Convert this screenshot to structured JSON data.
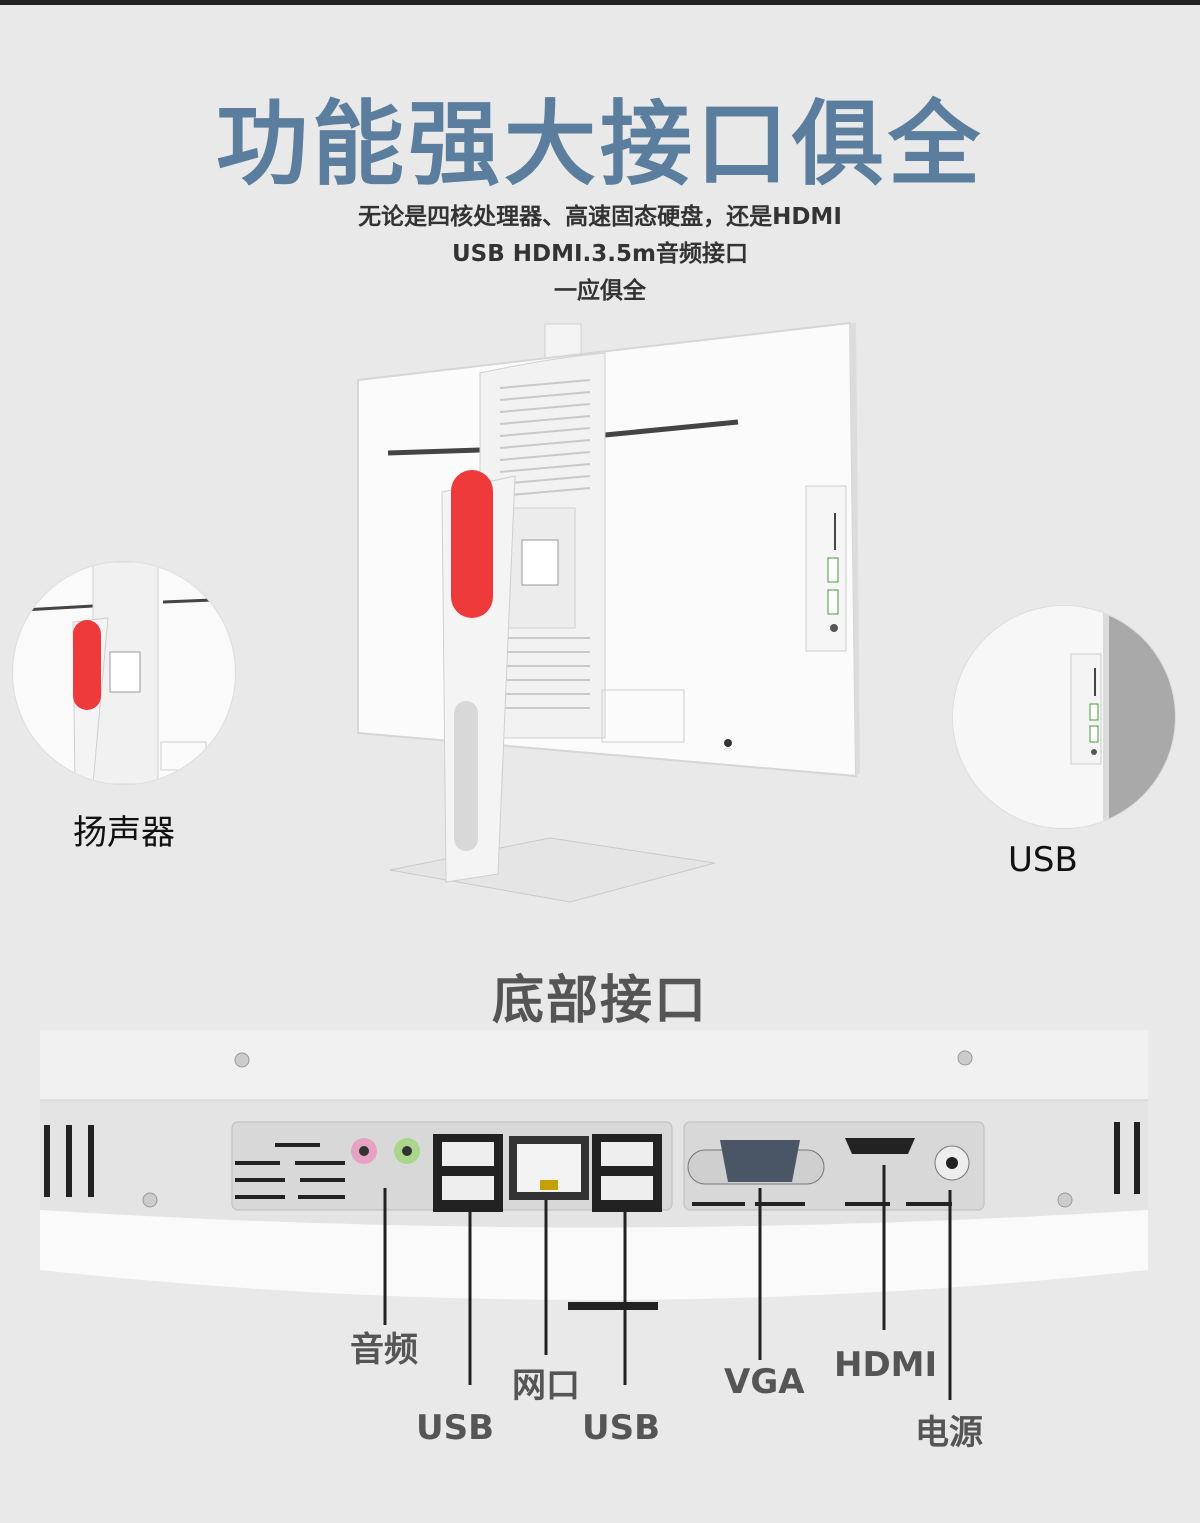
{
  "header": {
    "title": "功能强大接口俱全",
    "subtitle_lines": [
      "无论是四核处理器、高速固态硬盘，还是HDMI",
      "USB HDMI.3.5m音频接口",
      "一应俱全"
    ]
  },
  "callouts": {
    "left": "扬声器",
    "right": "USB"
  },
  "bottom": {
    "section_title": "底部接口",
    "ports": {
      "audio": "音频",
      "usb_left": "USB",
      "lan": "网口",
      "usb_right": "USB",
      "vga": "VGA",
      "hdmi": "HDMI",
      "power": "电源"
    }
  },
  "colors": {
    "title": "#5b7e9f",
    "stand_accent": "#ee3a3a",
    "background": "#e9e9e9"
  }
}
